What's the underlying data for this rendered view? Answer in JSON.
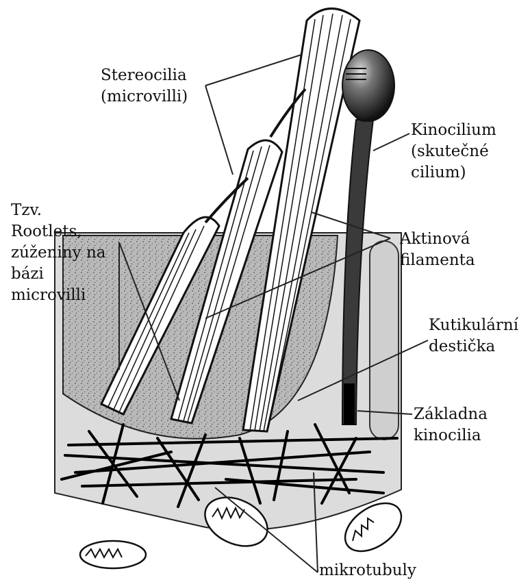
{
  "labels": {
    "stereocilia": [
      "Stereocilia",
      "(microvilli)"
    ],
    "kinocilium": [
      "Kinocilium",
      "(skutečné",
      "cilium)"
    ],
    "rootlets": [
      "Tzv.",
      "Rootlets,",
      "zúženiny na",
      "bázi",
      "microvilli"
    ],
    "aktinova": [
      "Aktinová",
      "filamenta"
    ],
    "kutikularni": [
      "Kutikulární",
      "destička"
    ],
    "zakladna": [
      "Základna",
      "kinocilia"
    ],
    "mikrotubuly": [
      "mikrotubuly"
    ]
  },
  "colors": {
    "ink": "#111111",
    "cuticular_fill": "#b9b9b9",
    "cell_fill": "#dcdcdc",
    "stereocilium_fill": "#ffffff",
    "kinocilium_fill": "#3a3a3a"
  }
}
